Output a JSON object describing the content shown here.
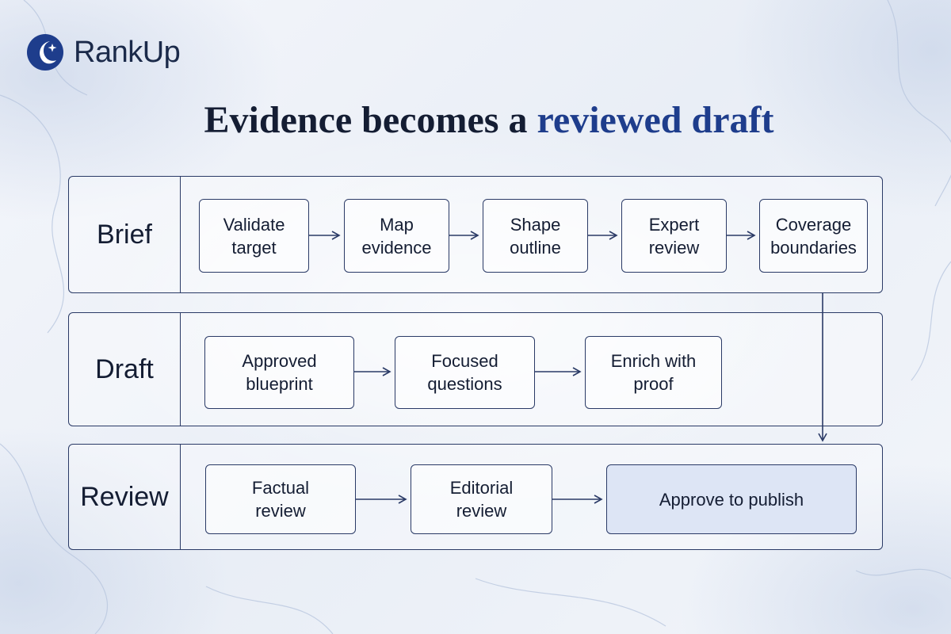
{
  "brand": {
    "name": "RankUp",
    "logo_icon": "crescent-star-icon",
    "brand_color": "#1e3d8c"
  },
  "title": {
    "prefix": "Evidence becomes a ",
    "highlight": "reviewed draft"
  },
  "colors": {
    "accent": "#1e3d8c",
    "line": "#2a3a66",
    "final_fill": "#dde5f5"
  },
  "lanes": [
    {
      "label": "Brief",
      "steps": [
        "Validate\ntarget",
        "Map\nevidence",
        "Shape\noutline",
        "Expert\nreview",
        "Coverage\nboundaries"
      ]
    },
    {
      "label": "Draft",
      "steps": [
        "Approved\nblueprint",
        "Focused\nquestions",
        "Enrich with\nproof"
      ]
    },
    {
      "label": "Review",
      "steps": [
        "Factual\nreview",
        "Editorial\nreview",
        "Approve to publish"
      ]
    }
  ]
}
